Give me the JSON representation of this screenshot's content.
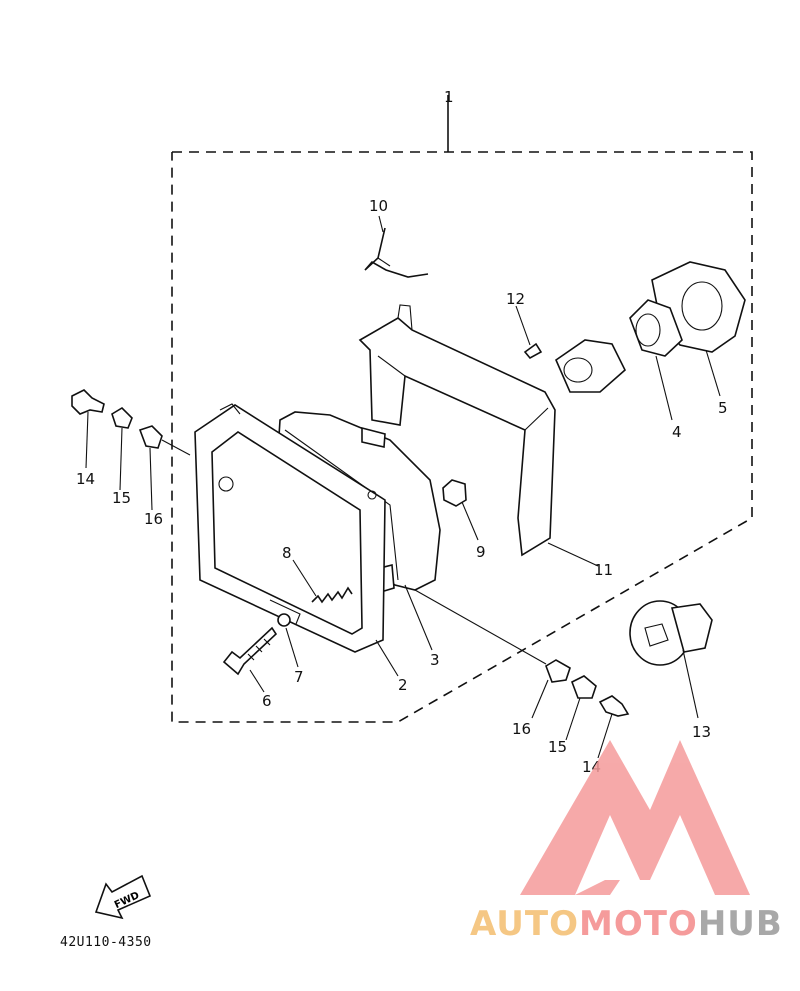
{
  "diagram": {
    "part_labels": {
      "p1": "1",
      "p2": "2",
      "p3": "3",
      "p4": "4",
      "p5": "5",
      "p6": "6",
      "p7": "7",
      "p8": "8",
      "p9": "9",
      "p10": "10",
      "p11": "11",
      "p12": "12",
      "p13": "13",
      "p14a": "14",
      "p15a": "15",
      "p16a": "16",
      "p14b": "14",
      "p15b": "15",
      "p16b": "16"
    },
    "fwd_label": "FWD",
    "drawing_code": "42U110-4350"
  },
  "watermark": {
    "part1": "AUTO",
    "part2": "MOTO",
    "part3": "HUB",
    "colors": {
      "logo": "#f59b9b",
      "auto": "#f5c784",
      "hub": "#a8a8a8"
    }
  }
}
